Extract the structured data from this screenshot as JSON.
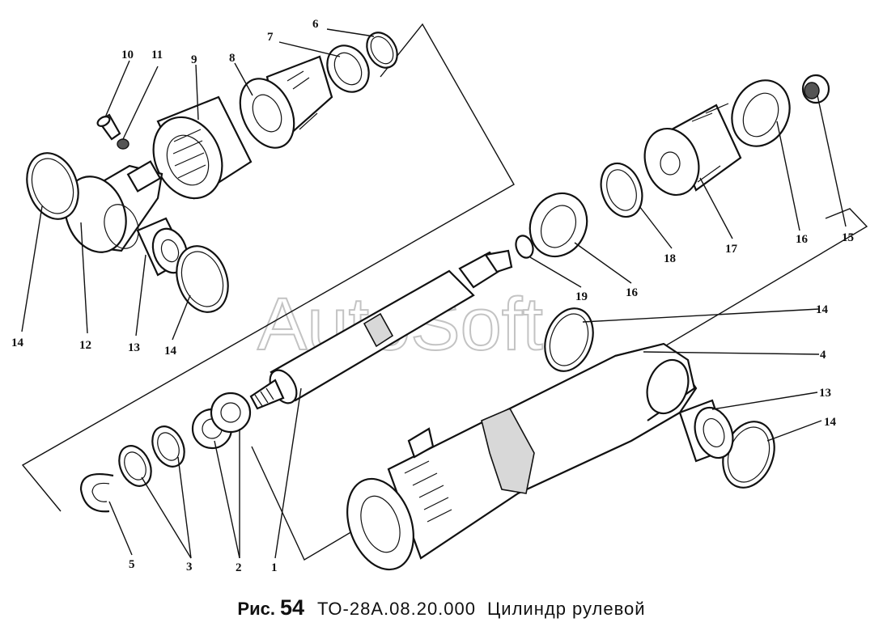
{
  "watermark": "AutoSoft",
  "caption": {
    "figure_label": "Рис.",
    "figure_number": "54",
    "code": "ТО-28А.08.20.000",
    "title": "Цилиндр рулевой"
  },
  "callouts": {
    "n1": "1",
    "n2": "2",
    "n3": "3",
    "n4": "4",
    "n5": "5",
    "n6": "6",
    "n7": "7",
    "n8": "8",
    "n9": "9",
    "n10": "10",
    "n11": "11",
    "n12": "12",
    "n13a": "13",
    "n13b": "13",
    "n14a": "14",
    "n14b": "14",
    "n14c": "14",
    "n14d": "14",
    "n15": "15",
    "n16a": "16",
    "n16b": "16",
    "n17": "17",
    "n18": "18",
    "n19": "19"
  }
}
